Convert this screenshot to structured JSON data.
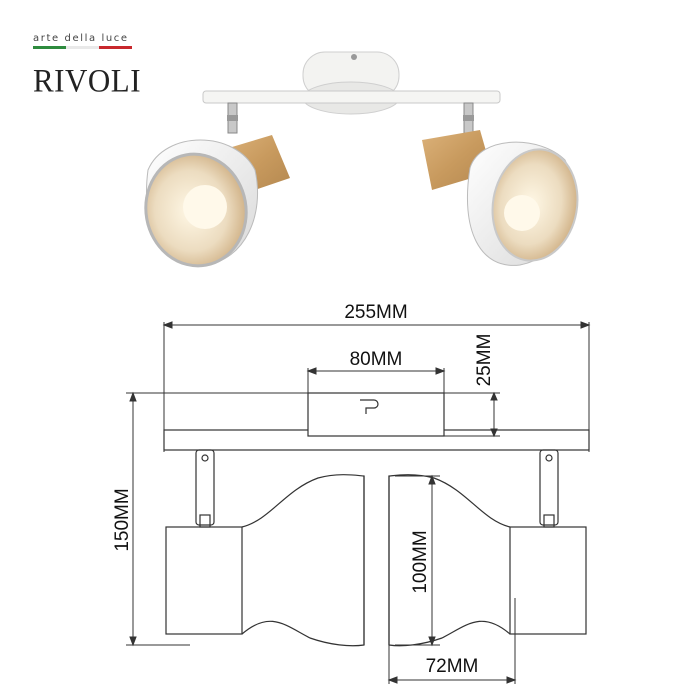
{
  "brand": {
    "tagline": "arte della luce",
    "name": "RIVOLI",
    "flag_colors": [
      "#2e8b3e",
      "#ffffff",
      "#c8282d"
    ]
  },
  "product": {
    "description_icons": [
      "ceiling-plate",
      "mounting-bar",
      "spot-shade-left",
      "spot-shade-right",
      "wood-socket",
      "light-bulb"
    ],
    "colors": {
      "shade": "#f4f3f0",
      "wood": "#cfa26a",
      "bulb": "#fff6e2",
      "metal": "#b8b8b8"
    }
  },
  "dimensions": {
    "width": "255MM",
    "plate_width": "80MM",
    "plate_height": "25MM",
    "total_height": "150MM",
    "shade_diameter": "100MM",
    "shade_depth": "72MM"
  }
}
